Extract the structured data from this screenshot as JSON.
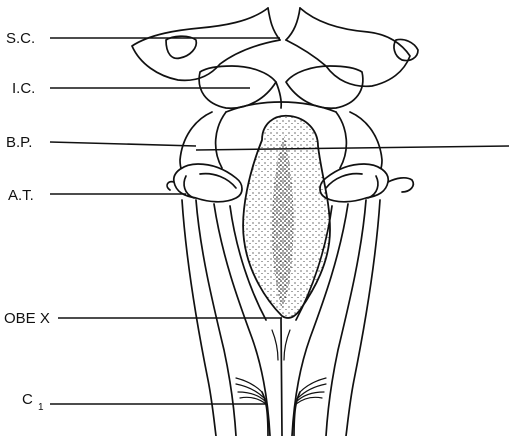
{
  "labels": {
    "sc": "S.C.",
    "ic": "I.C.",
    "bp": "B.P.",
    "at": "A.T.",
    "obex": "OBE X",
    "c1_letter": "C",
    "c1_sub": "1"
  },
  "colors": {
    "ink": "#111111",
    "background": "#ffffff"
  }
}
